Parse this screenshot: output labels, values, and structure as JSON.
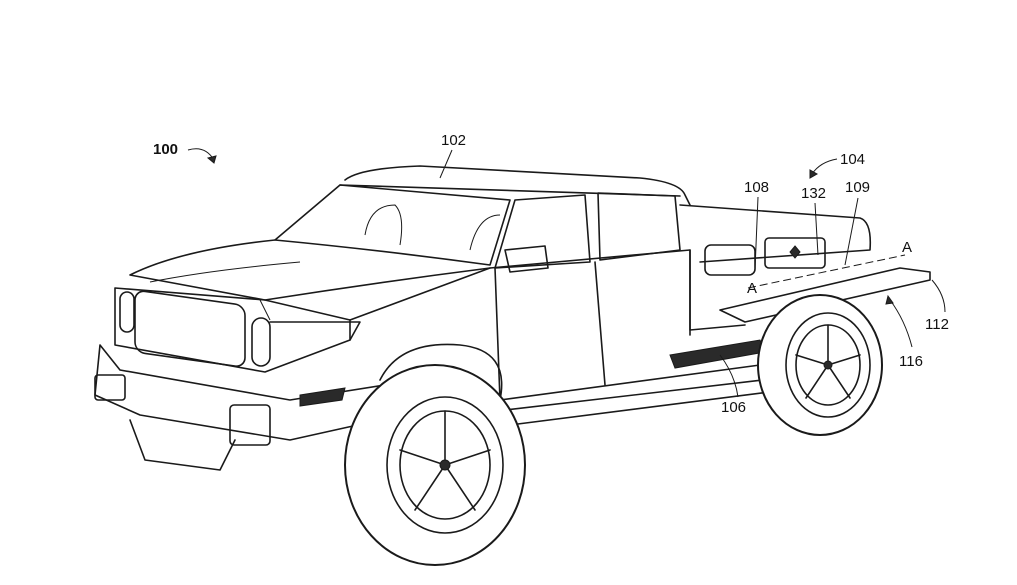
{
  "figure": {
    "labels": {
      "vehicle": "100",
      "cab": "102",
      "bed_assembly": "104",
      "bed_opening": "108",
      "latch": "132",
      "storage": "109",
      "section_a_right": "A",
      "section_a_left": "A",
      "tray": "112",
      "support": "116",
      "side_step": "106"
    }
  }
}
